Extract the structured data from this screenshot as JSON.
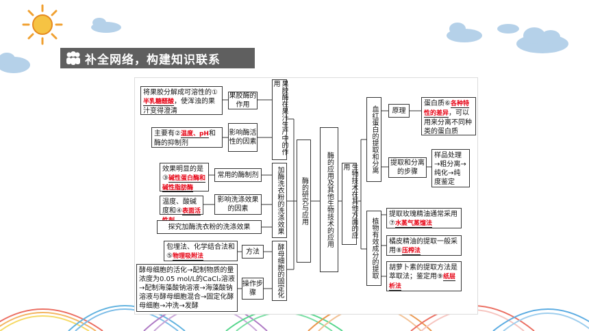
{
  "header": {
    "title": "补全网络，构建知识联系",
    "icon": "people-icon"
  },
  "colors": {
    "answer_red": "#e60012",
    "header_bg": "#5f5f5f"
  },
  "diagram": {
    "root": "酶的研究与应用",
    "branches": {
      "pectinase_app": "酶的应用及其他生物技术的应用",
      "bio_tech": "生物技术在其他方面的应用"
    },
    "left": {
      "fruit": {
        "label": "果胶酶在果汁生产中的作用",
        "action": {
          "pre": "将果胶分解成可溶性的①",
          "answer": "半乳糖醛酸",
          "post": "，使浑浊的果汁变得澄清"
        },
        "action_box": "果胶酶的作用",
        "factors": {
          "pre": "主要有②",
          "answer": "温度、pH",
          "post": "和酶的抑制剂"
        },
        "factors_box": "影响酶活性的因素"
      },
      "detergent": {
        "label": "加酶洗衣粉的洗涤效果",
        "common": {
          "pre": "效果明显的是③",
          "answer": "碱性蛋白酶和碱性脂肪酶"
        },
        "common_box": "常用的酶制剂",
        "factors": {
          "pre": "温度、酸碱度和④",
          "answer": "表面活性剂"
        },
        "factors_box": "影响洗涤效果的因素",
        "explore": "探究加酶洗衣粉的洗涤效果"
      },
      "yeast": {
        "label": "酵母细胞的固定化",
        "method": {
          "pre": "包埋法、化学结合法和⑤",
          "answer": "物理吸附法"
        },
        "method_box": "方法",
        "steps": "酵母细胞的活化→配制物质的量浓度为0.05 mol/L的CaCl₂溶液→配制海藻酸钠溶液→海藻酸钠溶液与酵母细胞混合→固定化酵母细胞→冲洗→发酵",
        "steps_box": "操作步骤"
      }
    },
    "right": {
      "hemoglobin": {
        "label": "血红蛋白的提取和分离",
        "principle_box": "原理",
        "principle": {
          "pre": "蛋白质⑥",
          "answer": "各种特性的差异",
          "post": "，可以用来分离不同种类的蛋白质"
        },
        "steps_box": "提取和分离的步骤",
        "steps": "样品处理→粗分离→纯化→纯度鉴定"
      },
      "essential_oil": {
        "label": "植物有效成分的提取",
        "rose": {
          "pre": "提取玫瑰精油通常采用⑦",
          "answer": "水蒸气蒸馏法"
        },
        "orange": {
          "pre": "橘皮精油的提取一般采用⑧",
          "answer": "压榨法"
        },
        "carotene": {
          "pre": "胡萝卜素的提取方法是萃取法；鉴定用⑨",
          "answer": "纸层析法"
        }
      }
    }
  }
}
